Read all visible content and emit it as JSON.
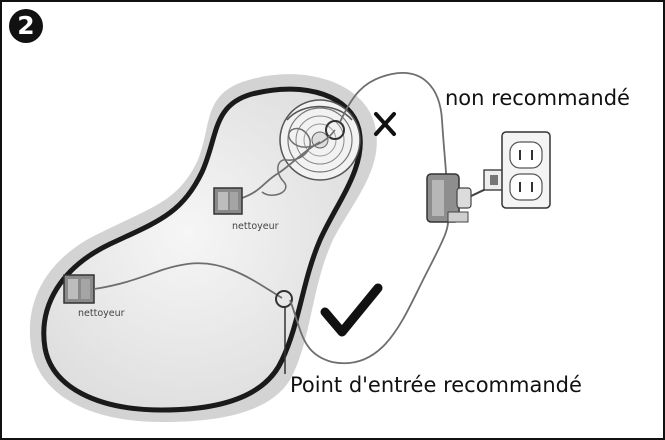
{
  "step_number": "2",
  "labels": {
    "not_recommended": "non recommandé",
    "recommended_entry": "Point d'entrée recommandé",
    "cleaner_1": "nettoyeur",
    "cleaner_2": "nettoyeur"
  },
  "marks": {
    "not_recommended_symbol": "✕",
    "recommended_symbol": "✔"
  },
  "colors": {
    "pool_shadow": "#c8c8c8",
    "pool_water": "#ededed",
    "pool_edge": "#1a1a1a",
    "cable": "#6e6e6e"
  }
}
